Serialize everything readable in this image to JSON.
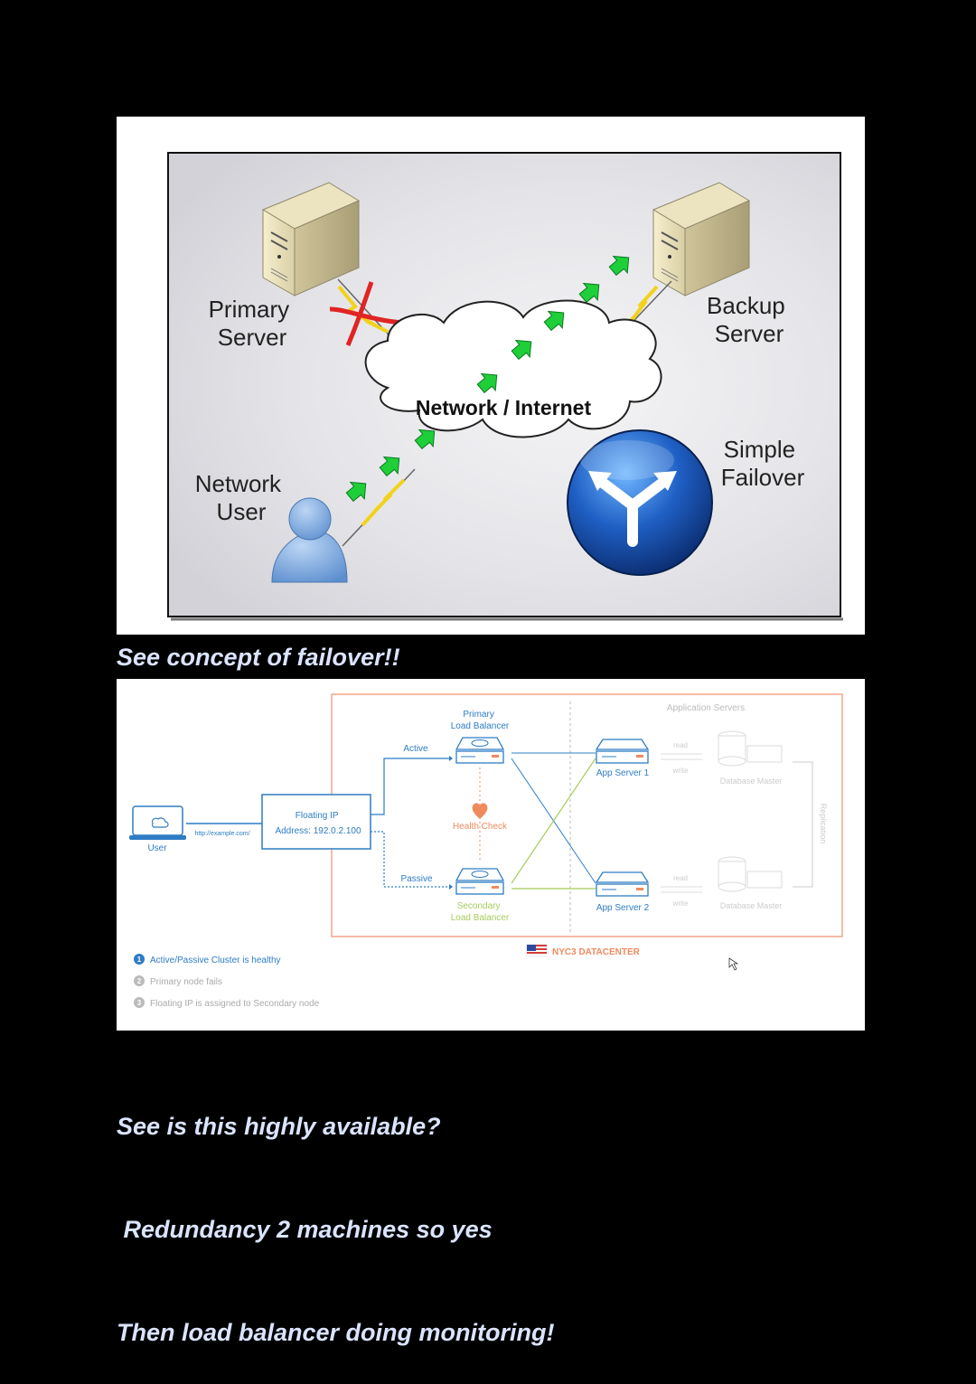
{
  "failover_diagram": {
    "primary_server_label": [
      "Primary",
      "Server"
    ],
    "backup_server_label": [
      "Backup",
      "Server"
    ],
    "network_label": "Network / Internet",
    "user_label": [
      "Network",
      "User"
    ],
    "failover_label": [
      "Simple",
      "Failover"
    ]
  },
  "caption1": "See concept of failover!!",
  "ha_diagram": {
    "primary_lb_label": [
      "Primary",
      "Load Balancer"
    ],
    "secondary_lb_label": [
      "Secondary",
      "Load Balancer"
    ],
    "active_label": "Active",
    "passive_label": "Passive",
    "health_check_label": "Health Check",
    "app_servers_title": "Application Servers",
    "app_server_1": "App Server 1",
    "app_server_2": "App Server 2",
    "read_label": "read",
    "write_label": "write",
    "db_master_label": "Database Master",
    "replication_label": "Replication",
    "floating_ip_label": [
      "Floating IP",
      "Address: 192.0.2.100"
    ],
    "url_label": "http://example.com/",
    "user_label": "User",
    "datacenter_label": "NYC3 DATACENTER",
    "steps": [
      {
        "num": "1",
        "text": "Active/Passive Cluster is healthy"
      },
      {
        "num": "2",
        "text": "Primary node fails"
      },
      {
        "num": "3",
        "text": "Floating IP is assigned to Secondary node"
      }
    ],
    "colors": {
      "blue": "#2e7cc4",
      "orange": "#f08a5d",
      "green": "#a6cc5a"
    }
  },
  "caption2_lines": [
    "See is this highly available?",
    " Redundancy 2 machines so yes",
    "Then load balancer doing monitoring!"
  ]
}
